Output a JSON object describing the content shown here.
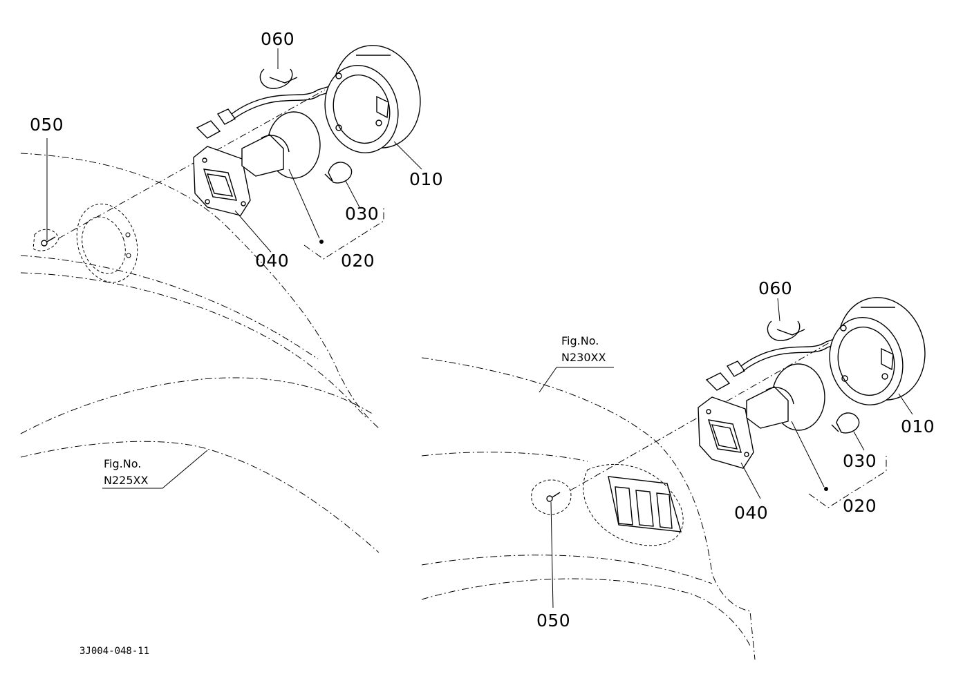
{
  "diagram": {
    "left_assembly": {
      "callouts": [
        "060",
        "050",
        "010",
        "030",
        "040",
        "020"
      ],
      "fig_label": "Fig.No.",
      "fig_number": "N225XX"
    },
    "right_assembly": {
      "callouts": [
        "060",
        "010",
        "030",
        "040",
        "020",
        "050"
      ],
      "fig_label": "Fig.No.",
      "fig_number": "N230XX"
    },
    "drawing_number": "3J004-048-11"
  }
}
